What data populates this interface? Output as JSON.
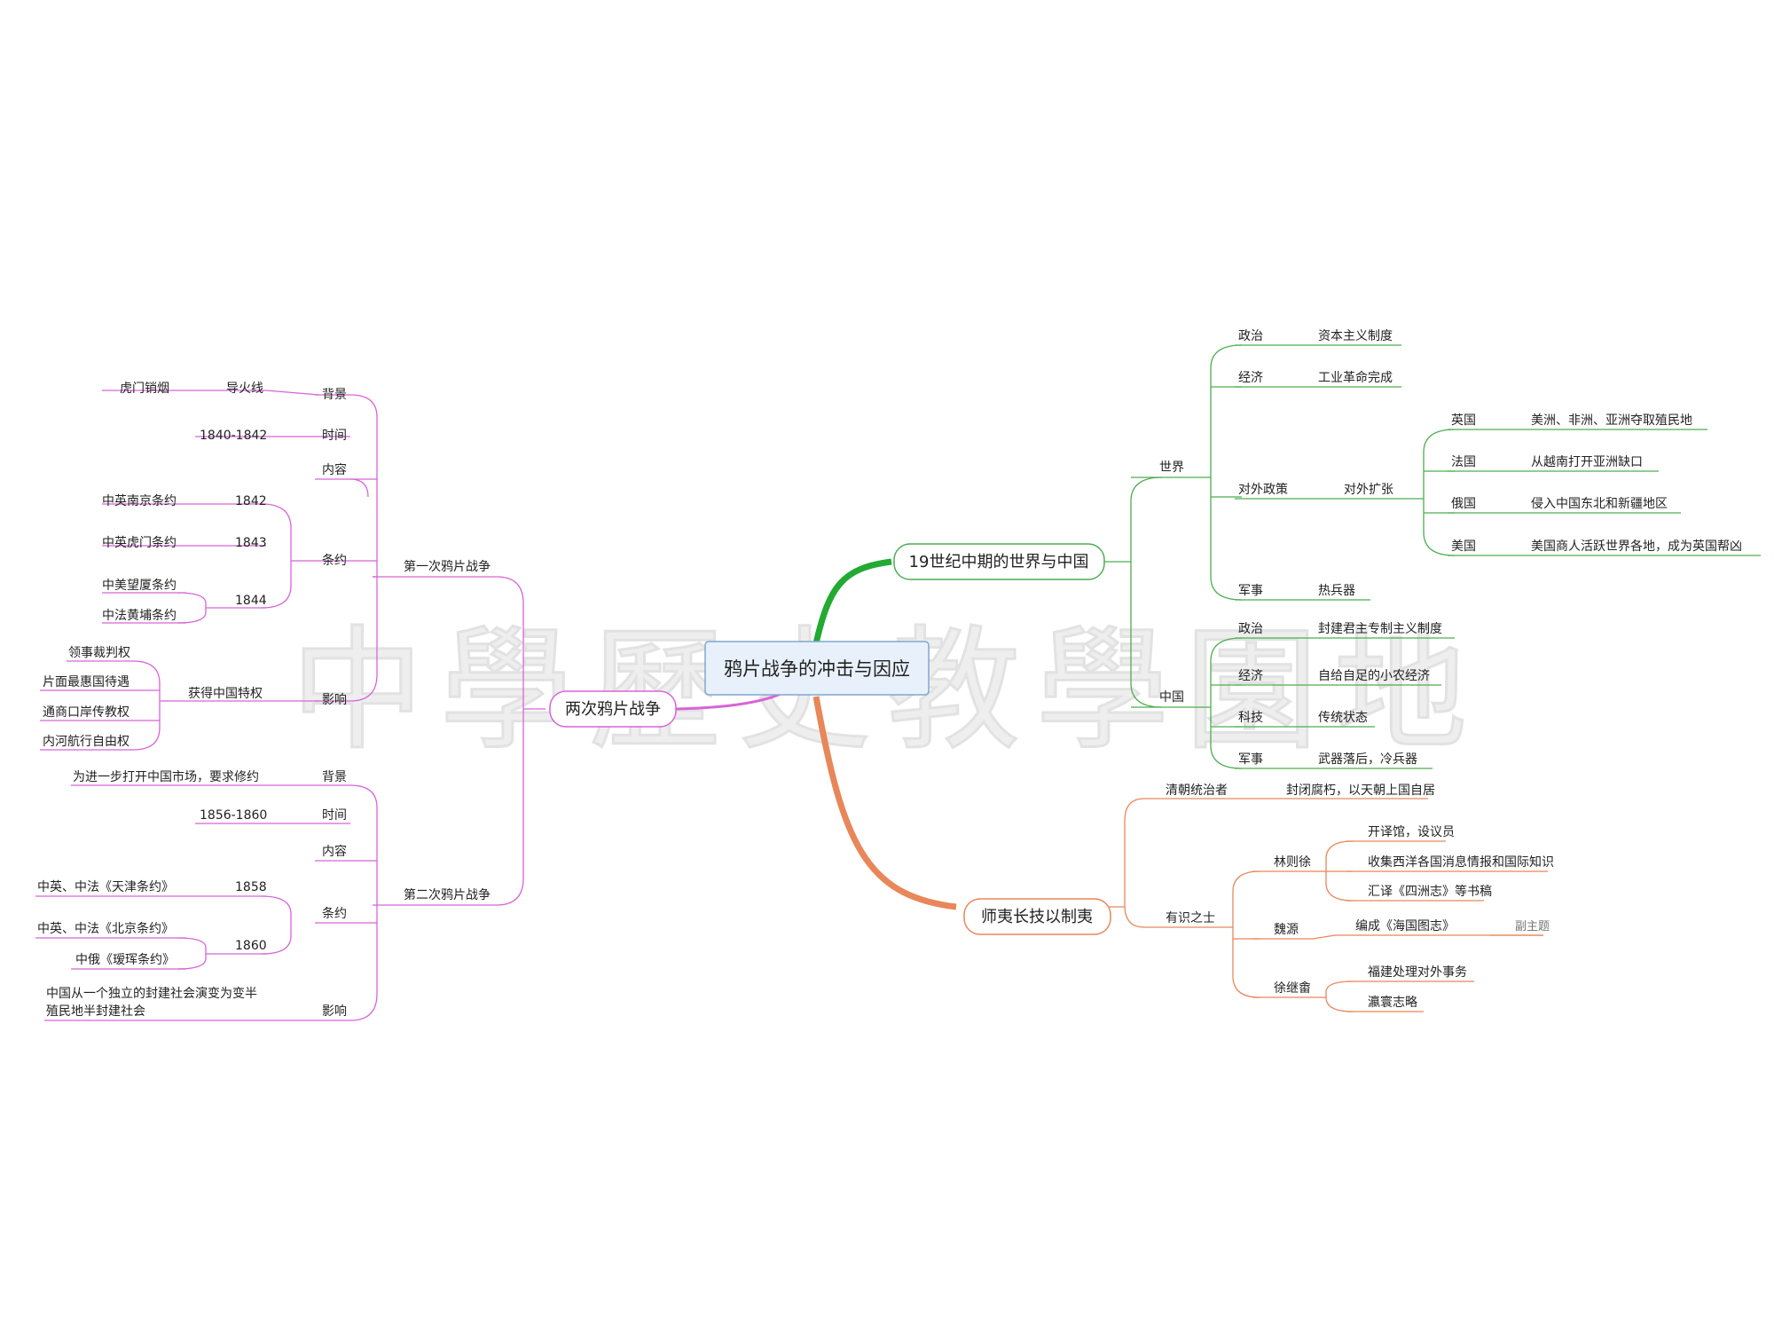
{
  "watermark": "中學歷史教學園地",
  "center": {
    "title": "鸦片战争的冲击与因应"
  },
  "colors": {
    "world_branch": "#4cae4f",
    "world_trunk": "#22aa33",
    "war_branch": "#d864d8",
    "response_branch": "#e8875a",
    "center_fill": "#e8f1fb",
    "center_border": "#7fa7cf"
  },
  "world": {
    "title": "19世纪中期的世界与中国",
    "world_node": "世界",
    "world_items": {
      "politics": {
        "label": "政治",
        "value": "资本主义制度"
      },
      "economy": {
        "label": "经济",
        "value": "工业革命完成"
      },
      "policy": {
        "label": "对外政策",
        "sub": "对外扩张",
        "countries": [
          {
            "name": "英国",
            "value": "美洲、非洲、亚洲夺取殖民地"
          },
          {
            "name": "法国",
            "value": "从越南打开亚洲缺口"
          },
          {
            "name": "俄国",
            "value": "侵入中国东北和新疆地区"
          },
          {
            "name": "美国",
            "value": "美国商人活跃世界各地，成为英国帮凶"
          }
        ]
      },
      "military": {
        "label": "军事",
        "value": "热兵器"
      }
    },
    "china_node": "中国",
    "china_items": [
      {
        "label": "政治",
        "value": "封建君主专制主义制度"
      },
      {
        "label": "经济",
        "value": "自给自足的小农经济"
      },
      {
        "label": "科技",
        "value": "传统状态"
      },
      {
        "label": "军事",
        "value": "武器落后，冷兵器"
      }
    ]
  },
  "response": {
    "title": "师夷长技以制夷",
    "qing": {
      "label": "清朝统治者",
      "value": "封闭腐朽，以天朝上国自居"
    },
    "scholars": {
      "label": "有识之士",
      "lin": {
        "name": "林则徐",
        "items": [
          "开译馆，设议员",
          "收集西洋各国消息情报和国际知识",
          "汇译《四洲志》等书稿"
        ]
      },
      "wei": {
        "name": "魏源",
        "item": "编成《海国图志》",
        "tag": "副主题"
      },
      "xu": {
        "name": "徐继畬",
        "items": [
          "福建处理对外事务",
          "瀛寰志略"
        ]
      }
    }
  },
  "wars": {
    "title": "两次鸦片战争",
    "first": {
      "title": "第一次鸦片战争",
      "background": {
        "label": "背景",
        "sub": "导火线",
        "value": "虎门销烟"
      },
      "time": {
        "label": "时间",
        "value": "1840-1842"
      },
      "content": {
        "label": "内容"
      },
      "treaties": {
        "label": "条约",
        "y1842": "1842",
        "t1842": "中英南京条约",
        "y1843": "1843",
        "t1843": "中英虎门条约",
        "y1844": "1844",
        "t1844a": "中美望厦条约",
        "t1844b": "中法黄埔条约"
      },
      "impact": {
        "label": "影响",
        "sub": "获得中国特权",
        "items": [
          "领事裁判权",
          "片面最惠国待遇",
          "通商口岸传教权",
          "内河航行自由权"
        ]
      }
    },
    "second": {
      "title": "第二次鸦片战争",
      "background": {
        "label": "背景",
        "value": "为进一步打开中国市场，要求修约"
      },
      "time": {
        "label": "时间",
        "value": "1856-1860"
      },
      "content": {
        "label": "内容"
      },
      "treaties": {
        "label": "条约",
        "y1858": "1858",
        "t1858": "中英、中法《天津条约》",
        "y1860": "1860",
        "t1860a": "中英、中法《北京条约》",
        "t1860b": "中俄《瑷珲条约》"
      },
      "impact": {
        "label": "影响",
        "value_line1": "中国从一个独立的封建社会演变为变半",
        "value_line2": "殖民地半封建社会"
      }
    }
  }
}
